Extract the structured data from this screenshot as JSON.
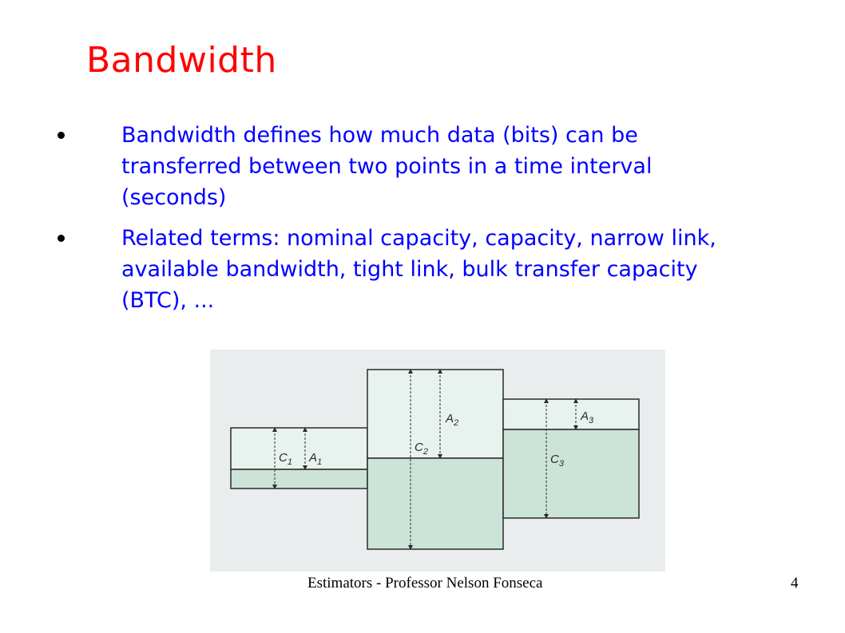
{
  "slide": {
    "title": "Bandwidth",
    "bullets": [
      "Bandwidth defines how much data (bits) can be transferred between two points in a time interval (seconds)",
      "Related terms: nominal capacity, capacity, narrow link, available bandwidth, tight link, bulk transfer capacity (BTC), ..."
    ]
  },
  "figure": {
    "labels": {
      "c1": "C",
      "c1_sub": "1",
      "a1": "A",
      "a1_sub": "1",
      "c2": "C",
      "c2_sub": "2",
      "a2": "A",
      "a2_sub": "2",
      "c3": "C",
      "c3_sub": "3",
      "a3": "A",
      "a3_sub": "3"
    },
    "colors": {
      "background": "#eaeded",
      "free": "#e8f2ee",
      "used": "#cce3d8",
      "stroke": "#2b2b2b"
    }
  },
  "footer": {
    "text": "Estimators - Professor Nelson Fonseca",
    "page_number": "4"
  }
}
